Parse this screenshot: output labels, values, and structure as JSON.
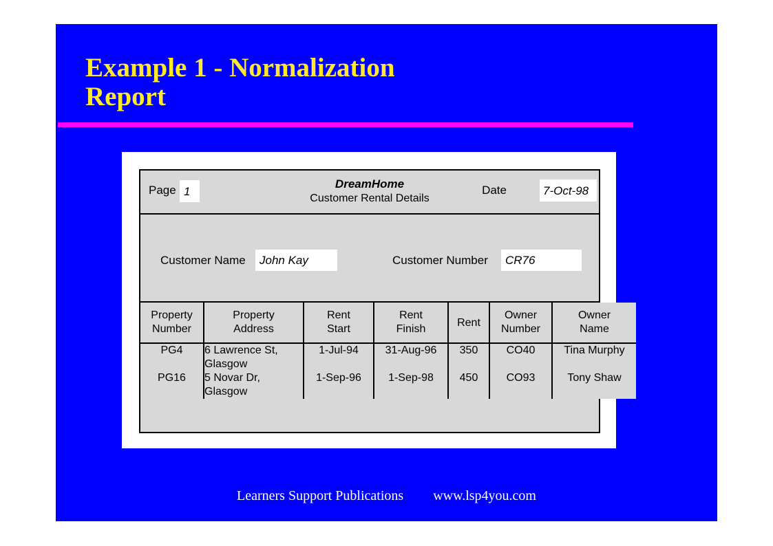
{
  "slide": {
    "background_color": "#0000FF",
    "title_color": "#FFE82E",
    "rule_color": "#FF00FF",
    "title_lines": [
      "Example 1 - Normalization",
      "Report"
    ]
  },
  "report": {
    "header": {
      "page_label": "Page",
      "page_value": "1",
      "company": "DreamHome",
      "subtitle": "Customer Rental Details",
      "date_label": "Date",
      "date_value": "7-Oct-98"
    },
    "customer": {
      "name_label": "Customer Name",
      "name_value": "John Kay",
      "number_label": "Customer Number",
      "number_value": "CR76"
    },
    "grid": {
      "columns": [
        {
          "line1": "Property",
          "line2": "Number"
        },
        {
          "line1": "Property",
          "line2": "Address"
        },
        {
          "line1": "Rent",
          "line2": "Start"
        },
        {
          "line1": "Rent",
          "line2": "Finish"
        },
        {
          "line1": "Rent",
          "line2": ""
        },
        {
          "line1": "Owner",
          "line2": "Number"
        },
        {
          "line1": "Owner",
          "line2": "Name"
        }
      ],
      "rows": [
        {
          "property_number": "PG4",
          "property_address_line1": "6 Lawrence St,",
          "property_address_line2": "Glasgow",
          "rent_start": "1-Jul-94",
          "rent_finish": "31-Aug-96",
          "rent": "350",
          "owner_number": "CO40",
          "owner_name": "Tina Murphy"
        },
        {
          "property_number": "PG16",
          "property_address_line1": "5 Novar Dr,",
          "property_address_line2": "Glasgow",
          "rent_start": "1-Sep-96",
          "rent_finish": "1-Sep-98",
          "rent": "450",
          "owner_number": "CO93",
          "owner_name": "Tony Shaw"
        }
      ]
    }
  },
  "footer": {
    "publisher": "Learners Support Publications",
    "website": "www.lsp4you.com"
  }
}
